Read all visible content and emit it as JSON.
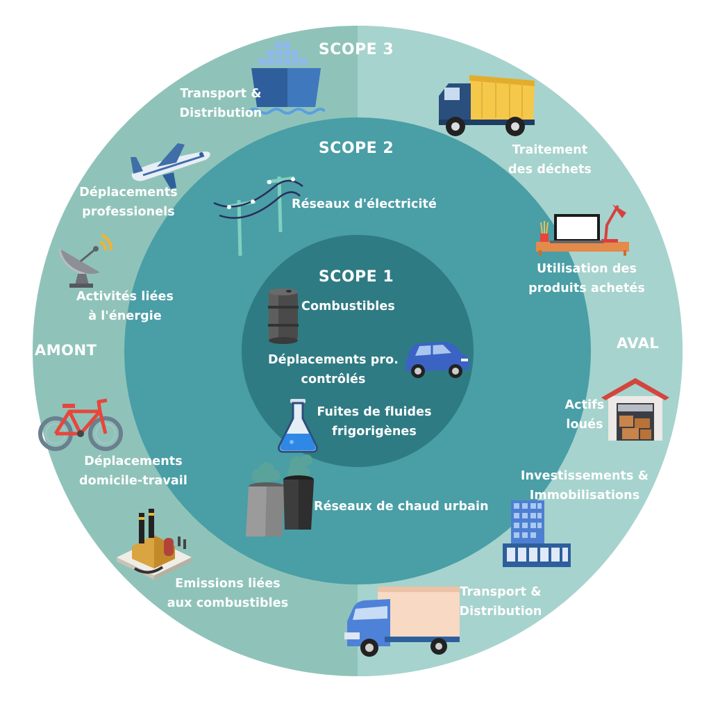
{
  "colors": {
    "outer_ring_left": "#8fc3b9",
    "outer_ring_right": "#a6d3cd",
    "middle_ring": "#4a9ea6",
    "inner_circle": "#2f7b83",
    "text": "#ffffff"
  },
  "scopes": {
    "scope3_title": "SCOPE 3",
    "scope2_title": "SCOPE 2",
    "scope1_title": "SCOPE 1"
  },
  "sides": {
    "upstream": "AMONT",
    "downstream": "AVAL"
  },
  "scope1_items": [
    {
      "icon": "oil-barrel-icon",
      "lines": [
        "Combustibles"
      ]
    },
    {
      "icon": "car-icon",
      "lines": [
        "Déplacements pro.",
        "contrôlés"
      ]
    },
    {
      "icon": "flask-icon",
      "lines": [
        "Fuites de fluides",
        "frigorigènes"
      ]
    }
  ],
  "scope2_items": [
    {
      "icon": "power-line-icon",
      "lines": [
        "Réseaux d'électricité"
      ]
    },
    {
      "icon": "chimney-smoke-icon",
      "lines": [
        "Réseaux de chaud urbain"
      ]
    }
  ],
  "scope3_upstream": [
    {
      "icon": "cargo-ship-icon",
      "lines": [
        "Transport &",
        "Distribution"
      ]
    },
    {
      "icon": "airplane-icon",
      "lines": [
        "Déplacements",
        "professionels"
      ]
    },
    {
      "icon": "satellite-dish-icon",
      "lines": [
        "Activités liées",
        "à l'énergie"
      ]
    },
    {
      "icon": "bicycle-icon",
      "lines": [
        "Déplacements",
        "domicile-travail"
      ]
    },
    {
      "icon": "factory-icon",
      "lines": [
        "Emissions liées",
        "aux combustibles"
      ]
    }
  ],
  "scope3_downstream": [
    {
      "icon": "dump-truck-icon",
      "lines": [
        "Traitement",
        "des déchets"
      ]
    },
    {
      "icon": "desk-laptop-icon",
      "lines": [
        "Utilisation des",
        "produits achetés"
      ]
    },
    {
      "icon": "warehouse-icon",
      "lines": [
        "Actifs",
        "loués"
      ]
    },
    {
      "icon": "office-buildings-icon",
      "lines": [
        "Investissements &",
        "Immobilisations"
      ]
    },
    {
      "icon": "delivery-truck-icon",
      "lines": [
        "Transport &",
        "Distribution"
      ]
    }
  ]
}
